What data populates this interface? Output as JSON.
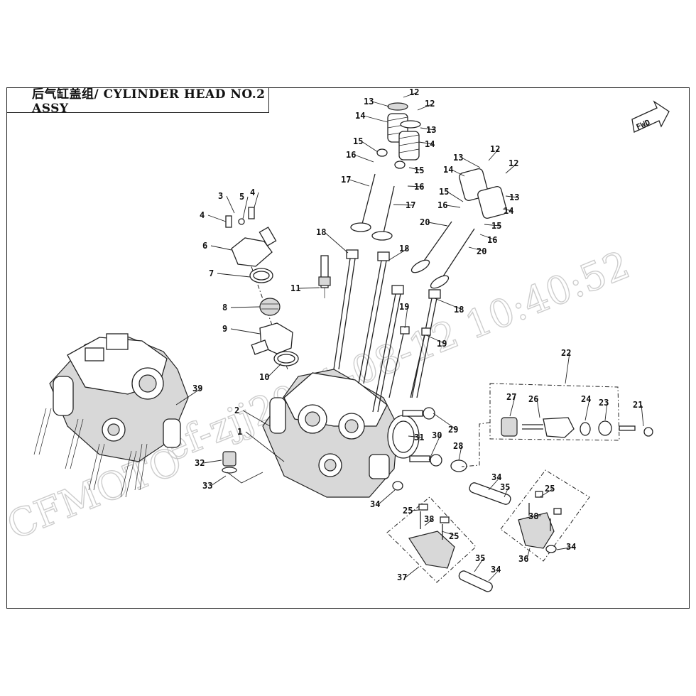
{
  "header": {
    "title": "后气缸盖组/ CYLINDER HEAD NO.2 ASSY"
  },
  "fwd_label": "FWD",
  "watermark": {
    "brand": "CFMOTO",
    "text": "ef-zjj2021-08-12  10:40:52"
  },
  "callouts": [
    {
      "id": "c1",
      "label": "1"
    },
    {
      "id": "c2",
      "label": "2"
    },
    {
      "id": "c3a",
      "label": "3"
    },
    {
      "id": "c4a",
      "label": "4"
    },
    {
      "id": "c4b",
      "label": "4"
    },
    {
      "id": "c5",
      "label": "5"
    },
    {
      "id": "c6",
      "label": "6"
    },
    {
      "id": "c7",
      "label": "7"
    },
    {
      "id": "c8",
      "label": "8"
    },
    {
      "id": "c9",
      "label": "9"
    },
    {
      "id": "c10",
      "label": "10"
    },
    {
      "id": "c11",
      "label": "11"
    },
    {
      "id": "c12a",
      "label": "12"
    },
    {
      "id": "c12b",
      "label": "12"
    },
    {
      "id": "c12c",
      "label": "12"
    },
    {
      "id": "c12d",
      "label": "12"
    },
    {
      "id": "c13a",
      "label": "13"
    },
    {
      "id": "c13b",
      "label": "13"
    },
    {
      "id": "c13c",
      "label": "13"
    },
    {
      "id": "c13d",
      "label": "13"
    },
    {
      "id": "c14a",
      "label": "14"
    },
    {
      "id": "c14b",
      "label": "14"
    },
    {
      "id": "c14c",
      "label": "14"
    },
    {
      "id": "c14d",
      "label": "14"
    },
    {
      "id": "c15a",
      "label": "15"
    },
    {
      "id": "c15b",
      "label": "15"
    },
    {
      "id": "c15c",
      "label": "15"
    },
    {
      "id": "c15d",
      "label": "15"
    },
    {
      "id": "c16a",
      "label": "16"
    },
    {
      "id": "c16b",
      "label": "16"
    },
    {
      "id": "c16c",
      "label": "16"
    },
    {
      "id": "c16d",
      "label": "16"
    },
    {
      "id": "c17a",
      "label": "17"
    },
    {
      "id": "c17b",
      "label": "17"
    },
    {
      "id": "c18a",
      "label": "18"
    },
    {
      "id": "c18b",
      "label": "18"
    },
    {
      "id": "c18c",
      "label": "18"
    },
    {
      "id": "c19a",
      "label": "19"
    },
    {
      "id": "c19b",
      "label": "19"
    },
    {
      "id": "c20a",
      "label": "20"
    },
    {
      "id": "c20b",
      "label": "20"
    },
    {
      "id": "c21",
      "label": "21"
    },
    {
      "id": "c22",
      "label": "22"
    },
    {
      "id": "c23",
      "label": "23"
    },
    {
      "id": "c24",
      "label": "24"
    },
    {
      "id": "c25a",
      "label": "25"
    },
    {
      "id": "c25b",
      "label": "25"
    },
    {
      "id": "c25c",
      "label": "25"
    },
    {
      "id": "c26",
      "label": "26"
    },
    {
      "id": "c27",
      "label": "27"
    },
    {
      "id": "c28",
      "label": "28"
    },
    {
      "id": "c29",
      "label": "29"
    },
    {
      "id": "c30",
      "label": "30"
    },
    {
      "id": "c31",
      "label": "31"
    },
    {
      "id": "c32",
      "label": "32"
    },
    {
      "id": "c33",
      "label": "33"
    },
    {
      "id": "c34a",
      "label": "34"
    },
    {
      "id": "c34b",
      "label": "34"
    },
    {
      "id": "c34c",
      "label": "34"
    },
    {
      "id": "c34d",
      "label": "34"
    },
    {
      "id": "c35a",
      "label": "35"
    },
    {
      "id": "c35b",
      "label": "35"
    },
    {
      "id": "c36",
      "label": "36"
    },
    {
      "id": "c37",
      "label": "37"
    },
    {
      "id": "c38a",
      "label": "38"
    },
    {
      "id": "c38b",
      "label": "38"
    },
    {
      "id": "c39",
      "label": "39"
    }
  ]
}
